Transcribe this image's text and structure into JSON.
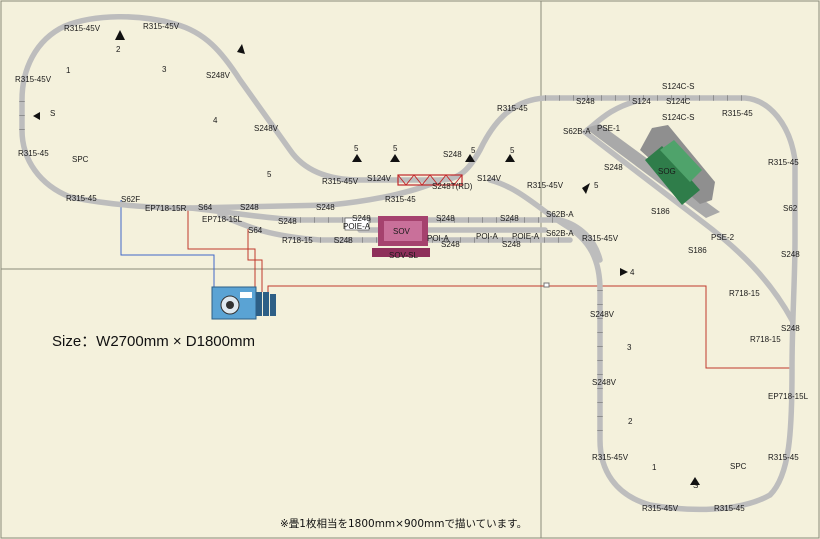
{
  "title": {
    "size_text": "Size：W2700mm × D1800mm",
    "note_text": "※畳1枚相当を1800mm×900mmで描いています。"
  },
  "labels": {
    "r315_45v_top_left": "R315-45V",
    "r315_45v_top_mid": "R315-45V",
    "r315_45v_left_upper": "R315-45V",
    "r315_45_left_mid": "R315-45",
    "r315_45_left_low": "R315-45",
    "r315_45v_center": "R315-45V",
    "r315_45_center_low": "R315-45",
    "r315_45_mid_right": "R315-45",
    "r315_45_top_right": "R315-45",
    "r315_45v_center_right": "R315-45V",
    "r315_45v_right_of_yard": "R315-45V",
    "r315_45_right_edge": "R315-45",
    "r315_45_right_low": "R315-45",
    "r315_45v_bottom_left": "R315-45V",
    "r315_45v_bottom_mid": "R315-45V",
    "r315_45_bottom_right": "R315-45",
    "s248v_upper_1": "S248V",
    "s248v_upper_2": "S248V",
    "s248v_right_1": "S248V",
    "s248v_right_2": "S248V",
    "s124v_left": "S124V",
    "s124v_right": "S124V",
    "s248t_rd": "S248T(RD)",
    "s248_over_bridge": "S248",
    "s248_top_1": "S248",
    "s124_top": "S124",
    "s124c_s_top": "S124C-S",
    "s124c_mid": "S124C",
    "s124c_s_bottom": "S124C-S",
    "s62b_a_station": "S62B-A",
    "pse_1": "PSE-1",
    "s248_station": "S248",
    "sog": "SOG",
    "s186_upper": "S186",
    "s186_lower": "S186",
    "pse_2": "PSE-2",
    "s62_right": "S62",
    "s248_right_1": "S248",
    "s248_right_2": "S248",
    "r718_15_right_1": "R718-15",
    "r718_15_right_2": "R718-15",
    "ep718_15l_right": "EP718-15L",
    "s62f": "S62F",
    "ep718_15r": "EP718-15R",
    "s64_upper": "S64",
    "s248_yard_1": "S248",
    "s248_yard_2": "S248",
    "ep718_15l_left": "EP718-15L",
    "s248_yard_3": "S248",
    "s64_lower": "S64",
    "r718_15_yard": "R718-15",
    "s248_yard_4": "S248",
    "s248_near_sov": "S248",
    "poie_a_left": "POIE-A",
    "sov": "SOV",
    "sov_sl": "SOV-SL",
    "s248_right_yard_1": "S248",
    "s248_right_yard_2": "S248",
    "s62b_a_yard_1": "S62B-A",
    "poi_a_1": "POI-A",
    "poi_a_2": "POI-A",
    "poie_a_right": "POIE-A",
    "s248_right_yard_3": "S248",
    "s248_right_yard_4": "S248",
    "s62b_a_yard_2": "S62B-A",
    "s_left": "S",
    "spc_left": "SPC",
    "s_bottom": "S",
    "spc_right": "SPC"
  },
  "signals": {
    "n1_top": "1",
    "n2_top": "2",
    "n3_top": "3",
    "n4_top": "4",
    "n5_a": "5",
    "n5_b": "5",
    "n5_c": "5",
    "n5_d": "5",
    "n5_e": "5",
    "n5_f": "5",
    "n5_g": "5",
    "n4_right": "4",
    "n3_right": "3",
    "n2_right": "2",
    "n1_bottom": "1"
  },
  "colors": {
    "board": "#f4f1dc",
    "track": "#bdbdbd",
    "wire_blue": "#3f66c8",
    "wire_red": "#c0392b",
    "station_dark": "#8f8f8f",
    "station_green": "#2f7d4a",
    "sov_magenta": "#a5426e",
    "controller_blue": "#5aa3d4",
    "bridge_red": "#c0282b"
  }
}
